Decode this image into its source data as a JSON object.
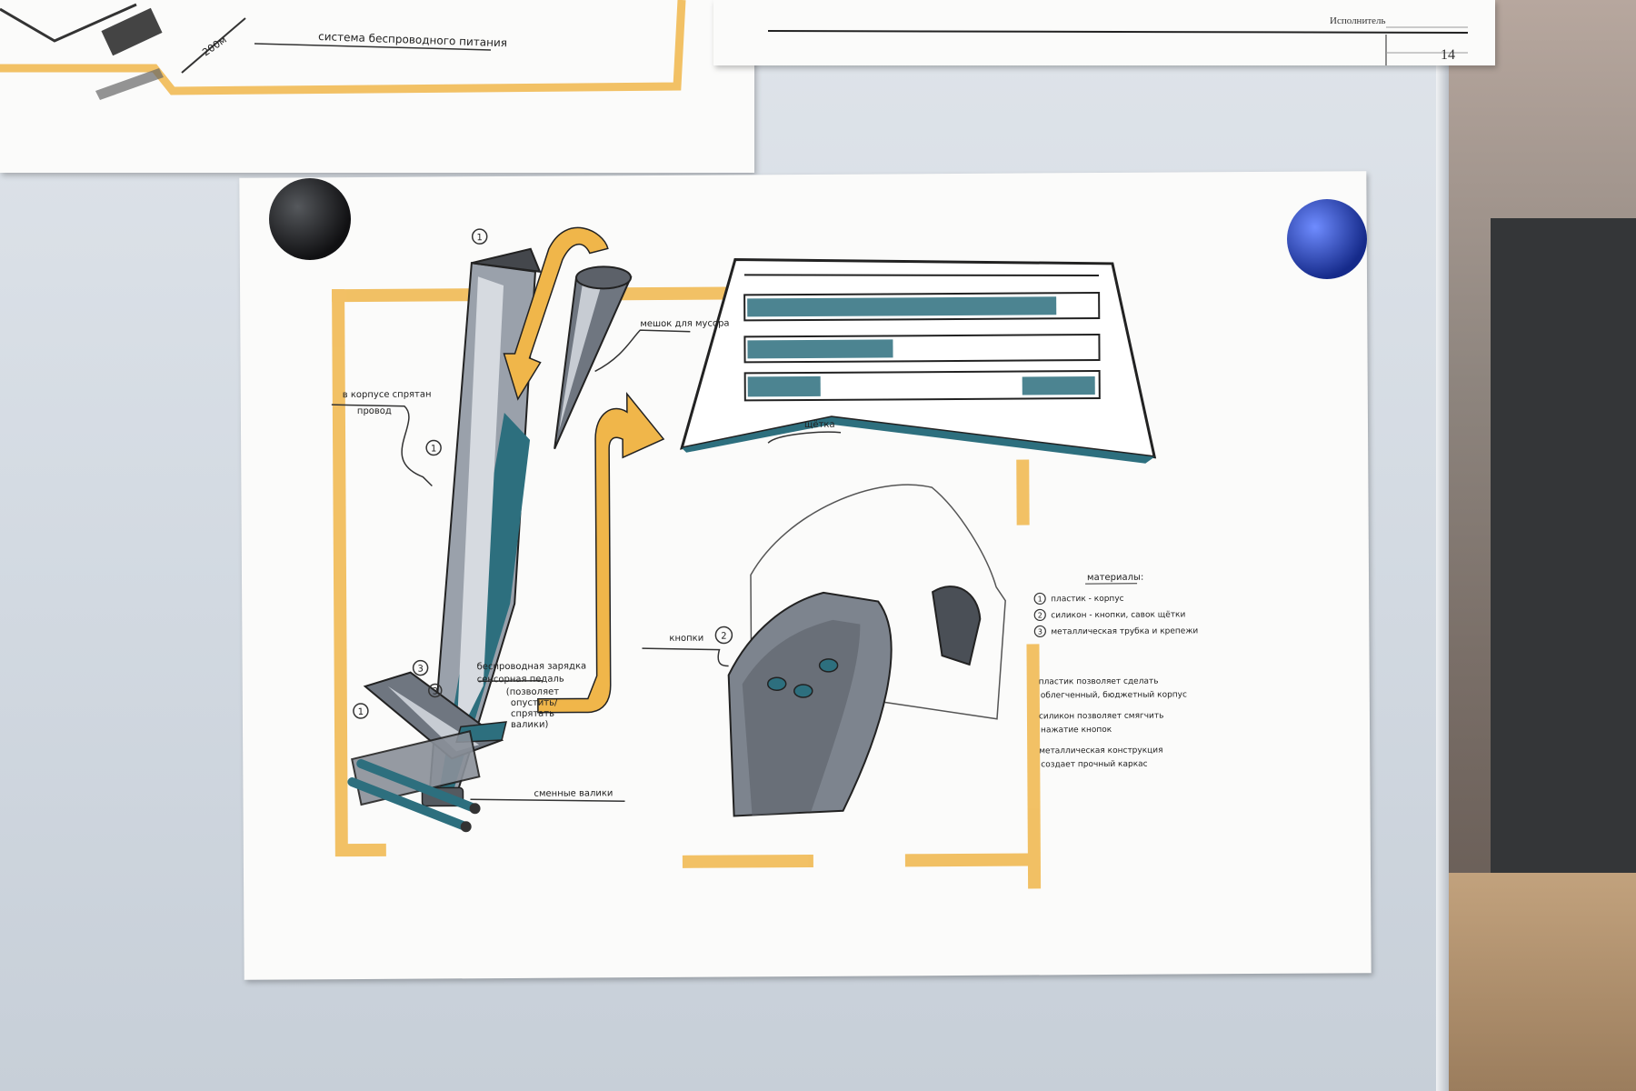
{
  "top_left_sheet": {
    "caption": "система беспроводного питания",
    "dimension": "200м"
  },
  "top_right_sheet": {
    "field_label": "Исполнитель",
    "page_number": "14"
  },
  "main_sheet": {
    "annotations": {
      "hidden_wire_line1": "в корпусе спрятан",
      "hidden_wire_line2": "провод",
      "trash_bag": "мешок для мусора",
      "brush": "щётка",
      "buttons": "кнопки",
      "wireless_line1": "беспроводная зарядка",
      "wireless_line2": "сенсорная педаль",
      "wireless_line3": "(позволяет",
      "wireless_line4": "опустить/",
      "wireless_line5": "спрятать",
      "wireless_line6": "валики)",
      "rollers": "сменные валики"
    },
    "markers": [
      "1",
      "1",
      "1",
      "2",
      "3",
      "3"
    ],
    "materials": {
      "heading": "материалы:",
      "items": [
        {
          "num": "1",
          "text": "пластик - корпус"
        },
        {
          "num": "2",
          "text": "силикон - кнопки, савок щётки"
        },
        {
          "num": "3",
          "text": "металлическая трубка и крепежи"
        }
      ],
      "notes": [
        [
          "пластик позволяет сделать",
          "облегченный, бюджетный корпус"
        ],
        [
          "силикон позволяет смягчить",
          "нажатие кнопок"
        ],
        [
          "металлическая конструкция",
          "создает прочный каркас"
        ]
      ]
    }
  },
  "colors": {
    "marker_orange": "#f0b64a",
    "marker_teal": "#2d6f7e",
    "marker_gray": "#8a9099",
    "magnet_black": "#1b1b1d",
    "magnet_blue": "#1f3fb0"
  }
}
